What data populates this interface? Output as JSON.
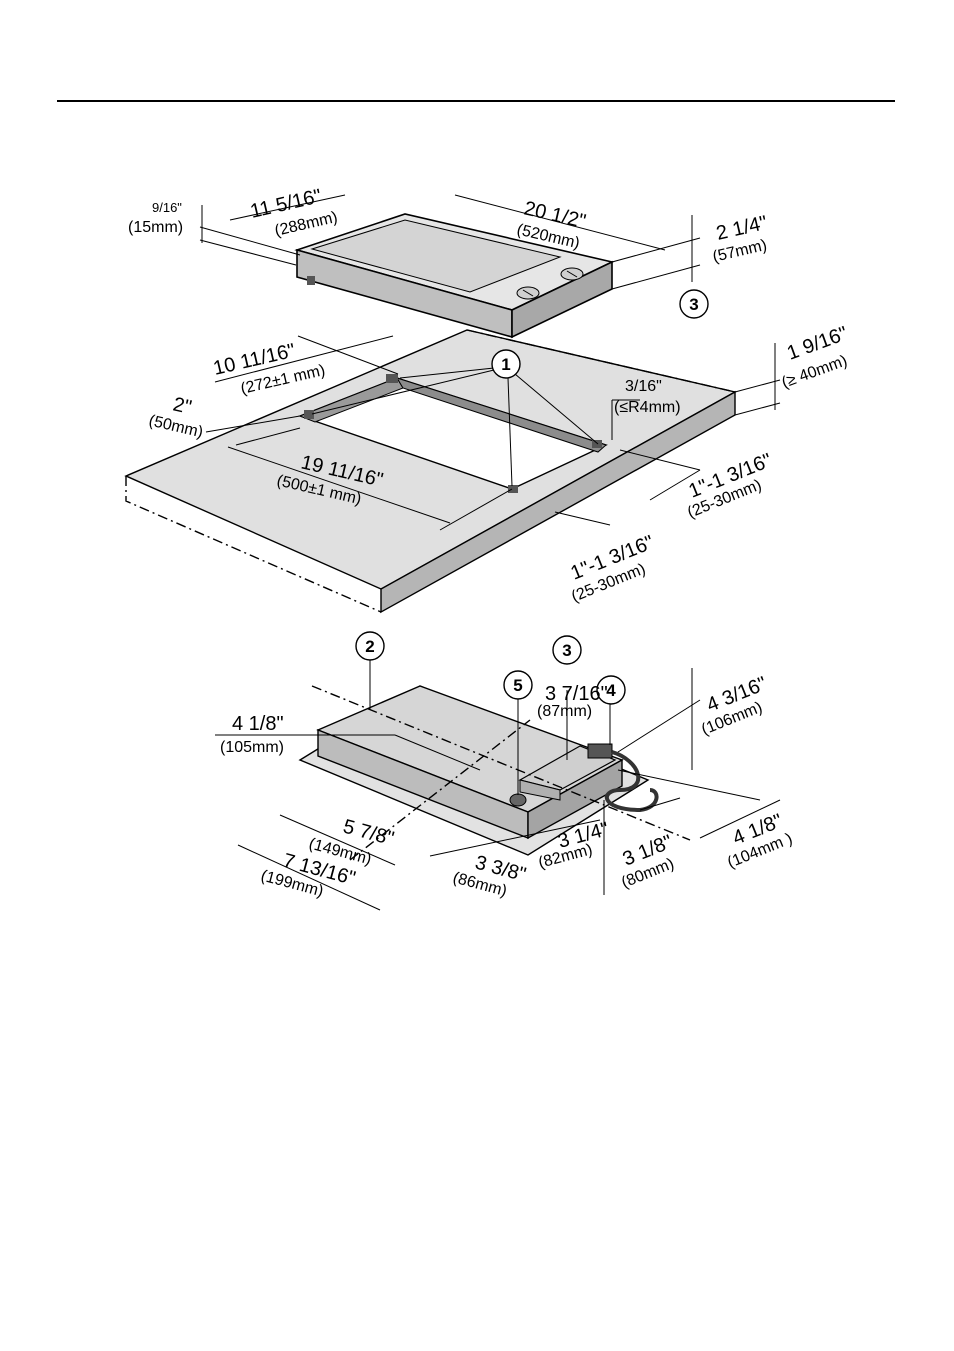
{
  "hob": {
    "width_in": "20 1/2\"",
    "width_mm": "(520mm)",
    "depth_in": "11 5/16\"",
    "depth_mm": "(288mm)",
    "rim_in": "9/16\"",
    "rim_mm": "(15mm)",
    "height_in": "2 1/4\"",
    "height_mm": "(57mm)",
    "callout": "3"
  },
  "cutout": {
    "depth_in": "10 11/16\"",
    "depth_mm": "(272±1 mm)",
    "width_in": "19 11/16\"",
    "width_mm": "(500±1 mm)",
    "edge_in": "2\"",
    "edge_mm": "(50mm)",
    "counter_thk_in": "1 9/16\"",
    "counter_thk_mm": "(≥ 40mm)",
    "radius_in": "3/16\"",
    "radius_mm": "(≤R4mm)",
    "side_gap_in": "1\"-1 3/16\"",
    "side_gap_mm": "(25-30mm)",
    "front_gap_in": "1\"-1 3/16\"",
    "front_gap_mm": "(25-30mm)",
    "callout": "1"
  },
  "underside": {
    "callout_2": "2",
    "callout_3": "3",
    "callout_4": "4",
    "callout_5": "5",
    "d1_in": "4 1/8\"",
    "d1_mm": "(105mm)",
    "d2_in": "3 7/16\"",
    "d2_mm": "(87mm)",
    "d3_in": "4 3/16\"",
    "d3_mm": "(106mm)",
    "d4_in": "5 7/8\"",
    "d4_mm": "(149mm)",
    "d5_in": "7 13/16\"",
    "d5_mm": "(199mm)",
    "d6_in": "3 3/8\"",
    "d6_mm": "(86mm)",
    "d7_in": "3 1/4\"",
    "d7_mm": "(82mm)",
    "d8_in": "3 1/8\"",
    "d8_mm": "(80mm)",
    "d9_in": "4 1/8\"",
    "d9_mm": "(104mm )"
  }
}
